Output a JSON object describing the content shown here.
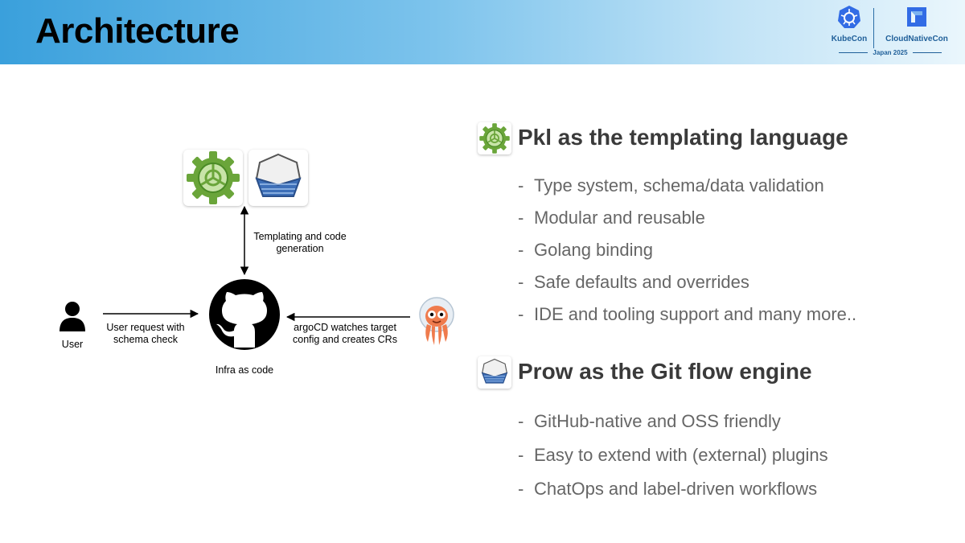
{
  "slide": {
    "title": "Architecture"
  },
  "conference": {
    "left": "KubeCon",
    "right": "CloudNativeCon",
    "edition": "Japan 2025"
  },
  "diagram": {
    "templating_label": [
      "Templating and code",
      "generation"
    ],
    "user_label": "User",
    "user_arrow_label": [
      "User request with",
      "schema check"
    ],
    "repo_label": "Infra as code",
    "argo_arrow_label": [
      "argoCD watches target",
      "config and creates CRs"
    ]
  },
  "sections": [
    {
      "icon": "pkl-gear-icon",
      "heading": "Pkl as the templating language",
      "bullets": [
        "Type system, schema/data validation",
        "Modular and reusable",
        "Golang binding",
        "Safe defaults and overrides",
        "IDE and tooling support and many more.."
      ]
    },
    {
      "icon": "prow-ship-icon",
      "heading": "Prow as the Git flow engine",
      "bullets": [
        "GitHub-native and OSS friendly",
        "Easy to extend with (external) plugins",
        "ChatOps and label-driven workflows"
      ]
    }
  ],
  "colors": {
    "header_start": "#3aa0dc",
    "header_end": "#eaf6fc",
    "pkl_green": "#6aa53a",
    "pkl_light": "#c8e4a8",
    "prow_blue": "#3d6fb8",
    "argo_orange": "#ef7b4d",
    "bullet_text": "#666666",
    "heading_text": "#3a3a3a"
  }
}
